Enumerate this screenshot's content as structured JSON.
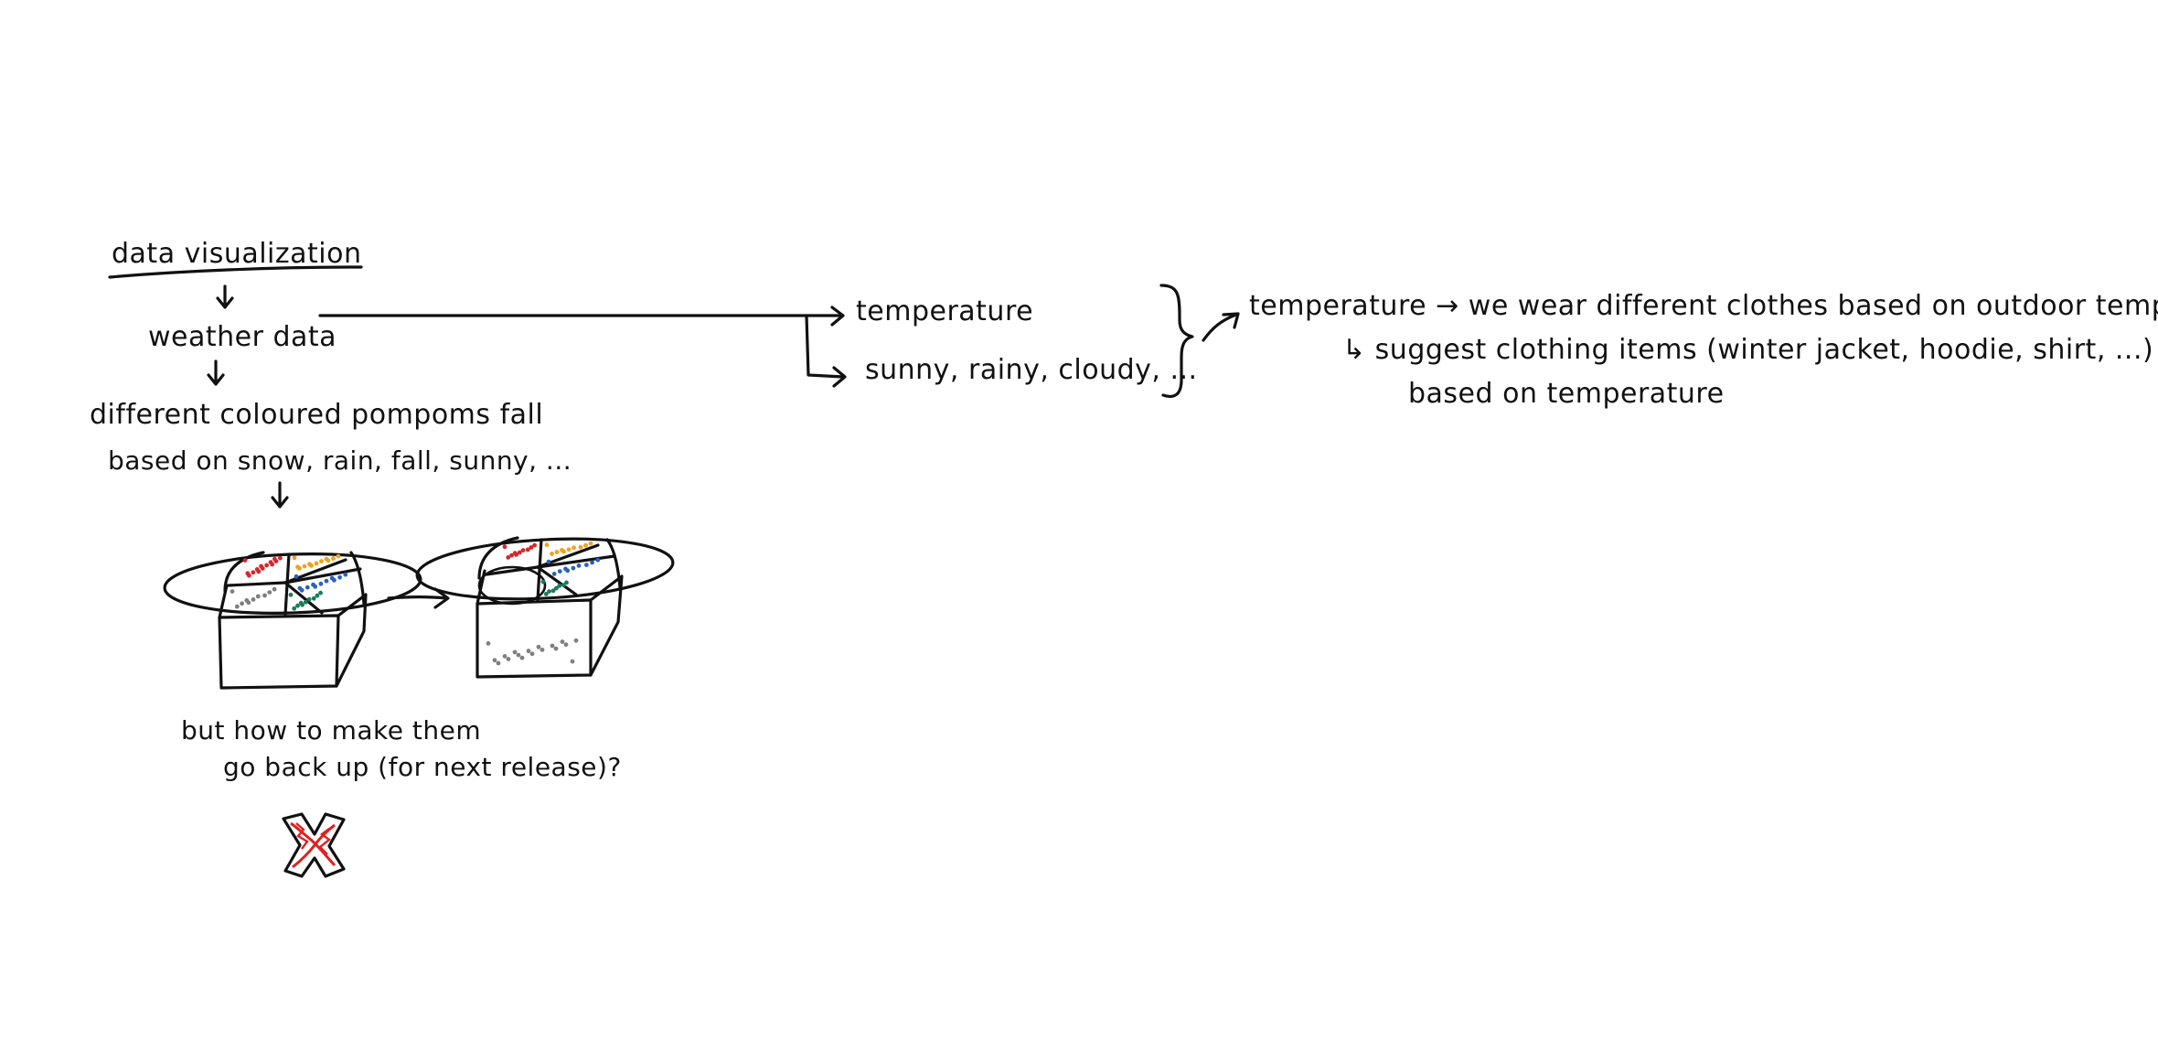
{
  "root": {
    "title": "data visualization",
    "weather": "weather data",
    "pompoms_line1": "different coloured pompoms fall",
    "pompoms_line2": "based on snow, rain, fall, sunny, ...",
    "question_line1": "but how to make them",
    "question_line2": "go back up (for next release)?"
  },
  "branches": {
    "temperature": "temperature",
    "conditions": "sunny, rainy, cloudy, ..."
  },
  "idea": {
    "line1": "temperature → we wear different clothes based on outdoor temperature",
    "line2": "↳ suggest clothing items (winter jacket, hoodie, shirt, ...)",
    "line3": "based on temperature"
  },
  "colors": {
    "ink": "#111111",
    "red": "#d8262b",
    "orange": "#f0a11c",
    "blue": "#2a62b8",
    "green": "#1c7a5a",
    "gray": "#7f7f7f",
    "cross_red": "#e02020"
  },
  "icons": {
    "arrow": "hand-drawn-arrow",
    "brace": "curly-brace",
    "cross": "red-x-mark"
  }
}
